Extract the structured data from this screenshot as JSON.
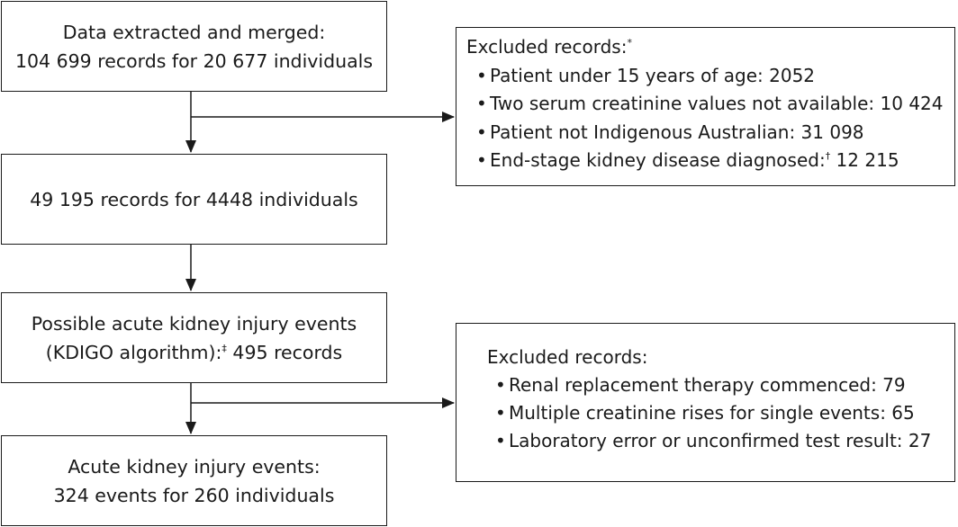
{
  "flow": {
    "extracted": {
      "line1": "Data extracted and merged:",
      "line2": "104 699 records for 20 677 individuals"
    },
    "records": {
      "line1": "49 195 records for 4448 individuals"
    },
    "possible": {
      "line1": "Possible acute kidney injury events",
      "line2_prefix": "(KDIGO algorithm):",
      "line2_mark": "‡",
      "line2_suffix": " 495 records"
    },
    "events": {
      "line1": "Acute kidney injury events:",
      "line2": "324 events for 260 individuals"
    }
  },
  "excluded_1": {
    "title": "Excluded records:",
    "title_mark": "*",
    "items": [
      {
        "text": "Patient under 15 years of age: 2052"
      },
      {
        "text": "Two serum creatinine values not available: 10 424"
      },
      {
        "text": "Patient not Indigenous Australian: 31 098"
      },
      {
        "text_prefix": "End-stage kidney disease diagnosed:",
        "mark": "†",
        "text_suffix": " 12 215"
      }
    ]
  },
  "excluded_2": {
    "title": "Excluded records:",
    "items": [
      {
        "text": "Renal replacement therapy commenced: 79"
      },
      {
        "text": "Multiple creatinine rises for single events: 65"
      },
      {
        "text": "Laboratory error or unconfirmed test result: 27"
      }
    ]
  },
  "bullet": "•"
}
